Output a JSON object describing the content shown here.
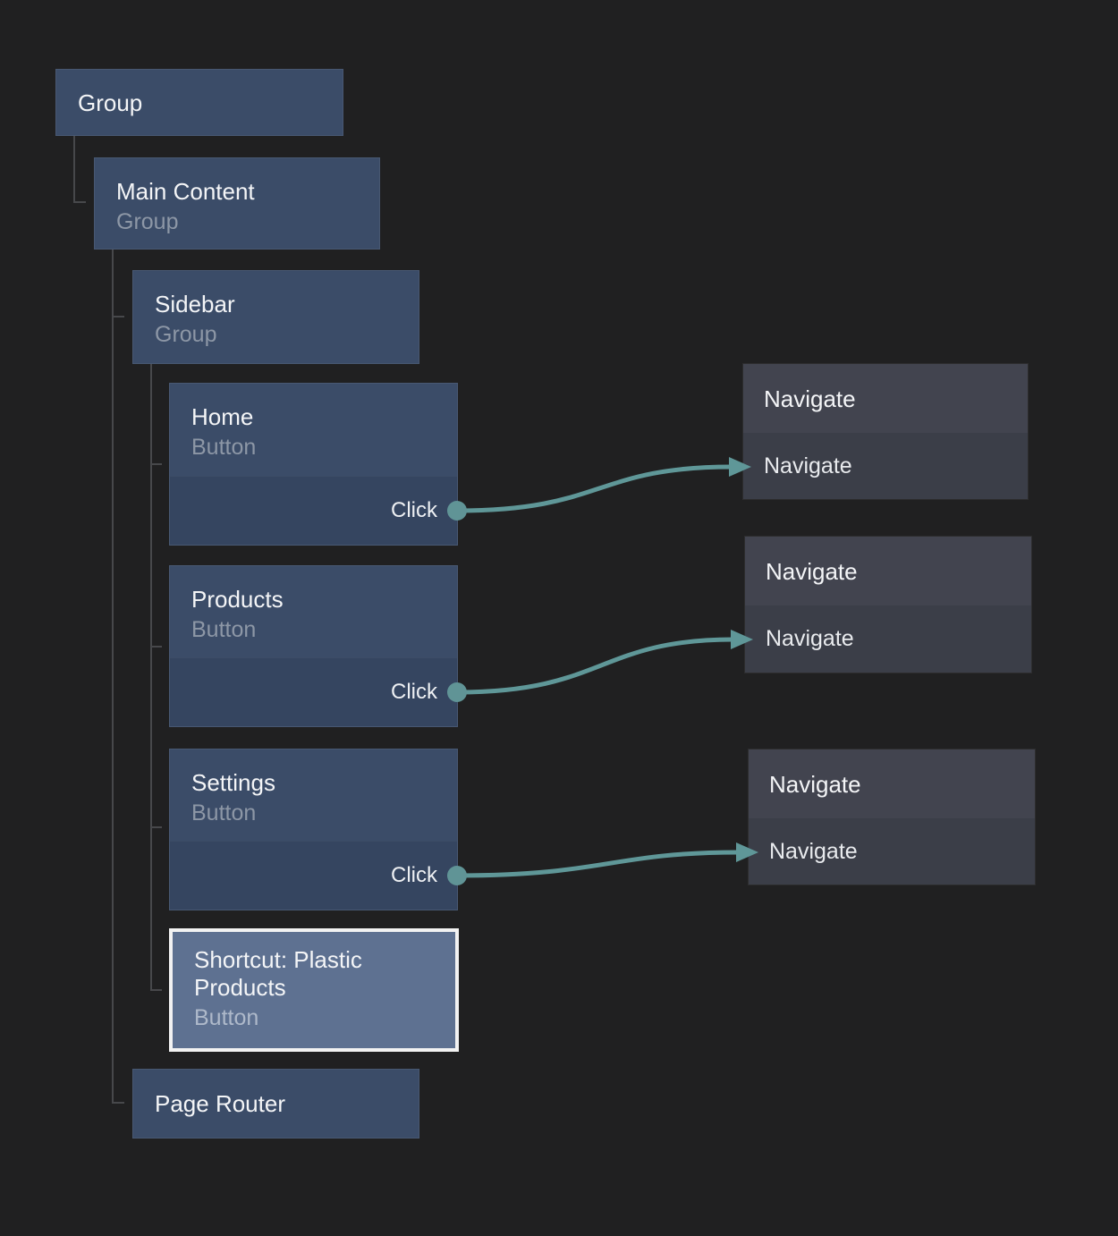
{
  "canvas": {
    "background": "#202021",
    "connector_color": "#47484b",
    "edge_color": "#5f9798",
    "selection_border": "#f2f2f2"
  },
  "nodes": [
    {
      "id": "group",
      "title": "Group"
    },
    {
      "id": "main-content",
      "title": "Main Content",
      "subtitle": "Group"
    },
    {
      "id": "sidebar",
      "title": "Sidebar",
      "subtitle": "Group"
    },
    {
      "id": "home",
      "title": "Home",
      "subtitle": "Button",
      "event": "Click"
    },
    {
      "id": "products",
      "title": "Products",
      "subtitle": "Button",
      "event": "Click"
    },
    {
      "id": "settings",
      "title": "Settings",
      "subtitle": "Button",
      "event": "Click"
    },
    {
      "id": "shortcut-plastic-products",
      "title": "Shortcut: Plastic Products",
      "subtitle": "Button",
      "selected": true
    },
    {
      "id": "page-router",
      "title": "Page Router"
    }
  ],
  "actions": [
    {
      "id": "navigate-1",
      "header": "Navigate",
      "body": "Navigate"
    },
    {
      "id": "navigate-2",
      "header": "Navigate",
      "body": "Navigate"
    },
    {
      "id": "navigate-3",
      "header": "Navigate",
      "body": "Navigate"
    }
  ],
  "edges": [
    {
      "from": "home",
      "event": "Click",
      "to": "navigate-1"
    },
    {
      "from": "products",
      "event": "Click",
      "to": "navigate-2"
    },
    {
      "from": "settings",
      "event": "Click",
      "to": "navigate-3"
    }
  ],
  "colors": {
    "node_fill": "#3b4c68",
    "node_event_fill": "#354560",
    "action_header_fill": "#42444f",
    "action_body_fill": "#3b3e48",
    "selected_fill": "#5e7191"
  }
}
